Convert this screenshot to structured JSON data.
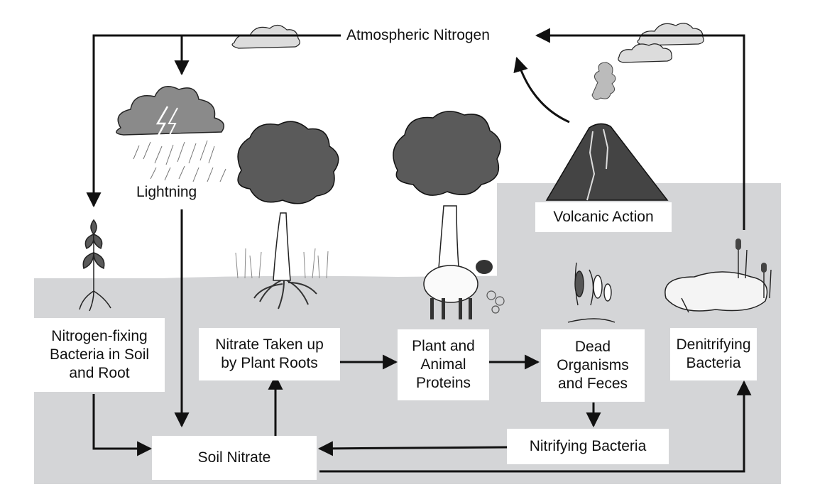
{
  "diagram": {
    "atmospheric_nitrogen": "Atmospheric Nitrogen",
    "lightning": "Lightning",
    "volcanic_action": "Volcanic Action",
    "nitrogen_fixing": "Nitrogen-fixing\nBacteria in Soil\nand Root",
    "nitrate_taken_up": "Nitrate Taken up\nby Plant Roots",
    "plant_animal_proteins": "Plant and\nAnimal\nProteins",
    "dead_organisms": "Dead\nOrganisms\nand Feces",
    "denitrifying": "Denitrifying\nBacteria",
    "nitrifying": "Nitrifying Bacteria",
    "soil_nitrate": "Soil Nitrate"
  },
  "colors": {
    "soil": "#d4d5d7",
    "foliage": "#5a5a5a",
    "foliage_light": "#7a7a7a",
    "line": "#111111"
  }
}
